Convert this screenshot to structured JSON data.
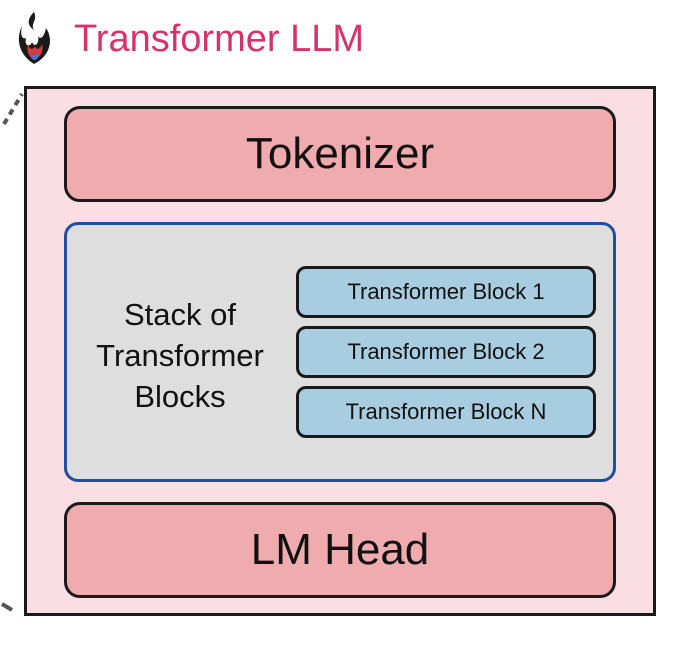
{
  "header": {
    "title": "Transformer LLM",
    "logo_icon": "flame-icon"
  },
  "diagram": {
    "tokenizer_label": "Tokenizer",
    "stack_label_lines": [
      "Stack of",
      "Transformer",
      "Blocks"
    ],
    "blocks": [
      "Transformer Block 1",
      "Transformer Block 2",
      "Transformer Block N"
    ],
    "lm_head_label": "LM Head"
  },
  "colors": {
    "title": "#d6336c",
    "frame_fill": "#fbdde4",
    "pill_fill": "#f0abaf",
    "stack_fill": "#dedede",
    "stack_border": "#1f4f9e",
    "block_fill": "#a9cde0"
  }
}
